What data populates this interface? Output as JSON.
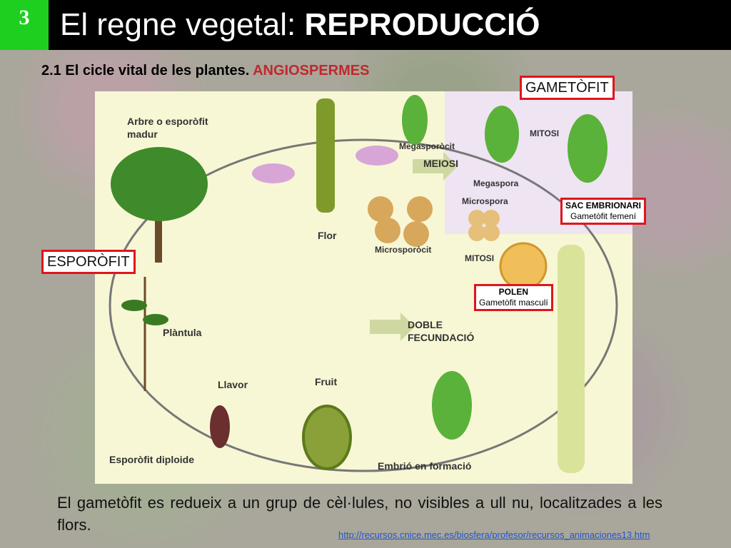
{
  "header": {
    "badge": "3",
    "title_prefix": "El regne vegetal: ",
    "title_emphasis": "REPRODUCCIÓ"
  },
  "subtitle": {
    "prefix": "2.1 El cicle vital de les plantes. ",
    "emphasis": "ANGIOSPERMES"
  },
  "diagram": {
    "labels": {
      "tree": "Arbre o esporòfit\nmadur",
      "flower": "Flor",
      "megasporocyte": "Megasporòcit",
      "meiosis": "MEIOSI",
      "megaspore": "Megaspora",
      "mitosis_top": "MITOSI",
      "microspore": "Microspora",
      "microsporocyte": "Microsporòcit",
      "mitosis_mid": "MITOSI",
      "seedling": "Plàntula",
      "double_fertilization": "DOBLE\nFECUNDACIÓ",
      "seed": "Llavor",
      "fruit": "Fruit",
      "diploid_sporophyte": "Esporòfit diploide",
      "embryo": "Embrió en formació"
    },
    "boxes": {
      "gametophyte": "GAMETÒFIT",
      "sporophyte": "ESPORÒFIT",
      "embryo_sac_title": "SAC EMBRIONARI",
      "embryo_sac_sub": "Gametòfit femení",
      "pollen_title": "POLEN",
      "pollen_sub": "Gametòfit masculí"
    }
  },
  "body_text": "El gametòfit es redueix a un grup de cèl·lules, no visibles a ull nu, localitzades a les flors.",
  "link": "http://recursos.cnice.mec.es/biosfera/profesor/recursos_animaciones13.htm"
}
